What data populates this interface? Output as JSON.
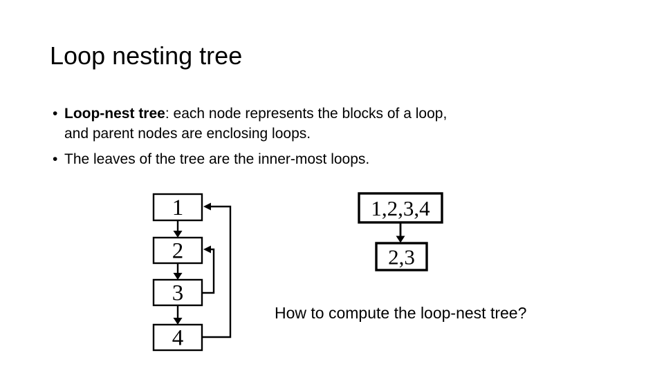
{
  "slide": {
    "title": "Loop nesting tree",
    "bullet_char": "•",
    "bullets": [
      {
        "bold": "Loop-nest tree",
        "rest": ": each node represents the blocks of a loop,",
        "line2": "and parent nodes are enclosing loops."
      },
      {
        "text": "The leaves of the tree are the inner-most loops."
      }
    ],
    "question": "How to compute the loop-nest tree?"
  },
  "cfg_diagram": {
    "blocks": [
      "1",
      "2",
      "3",
      "4"
    ],
    "back_edges": [
      {
        "from": "3",
        "to": "2"
      },
      {
        "from": "4",
        "to": "1"
      }
    ]
  },
  "loop_tree": {
    "root": "1,2,3,4",
    "child": "2,3"
  },
  "colors": {
    "ink": "#000000",
    "background": "#ffffff"
  }
}
